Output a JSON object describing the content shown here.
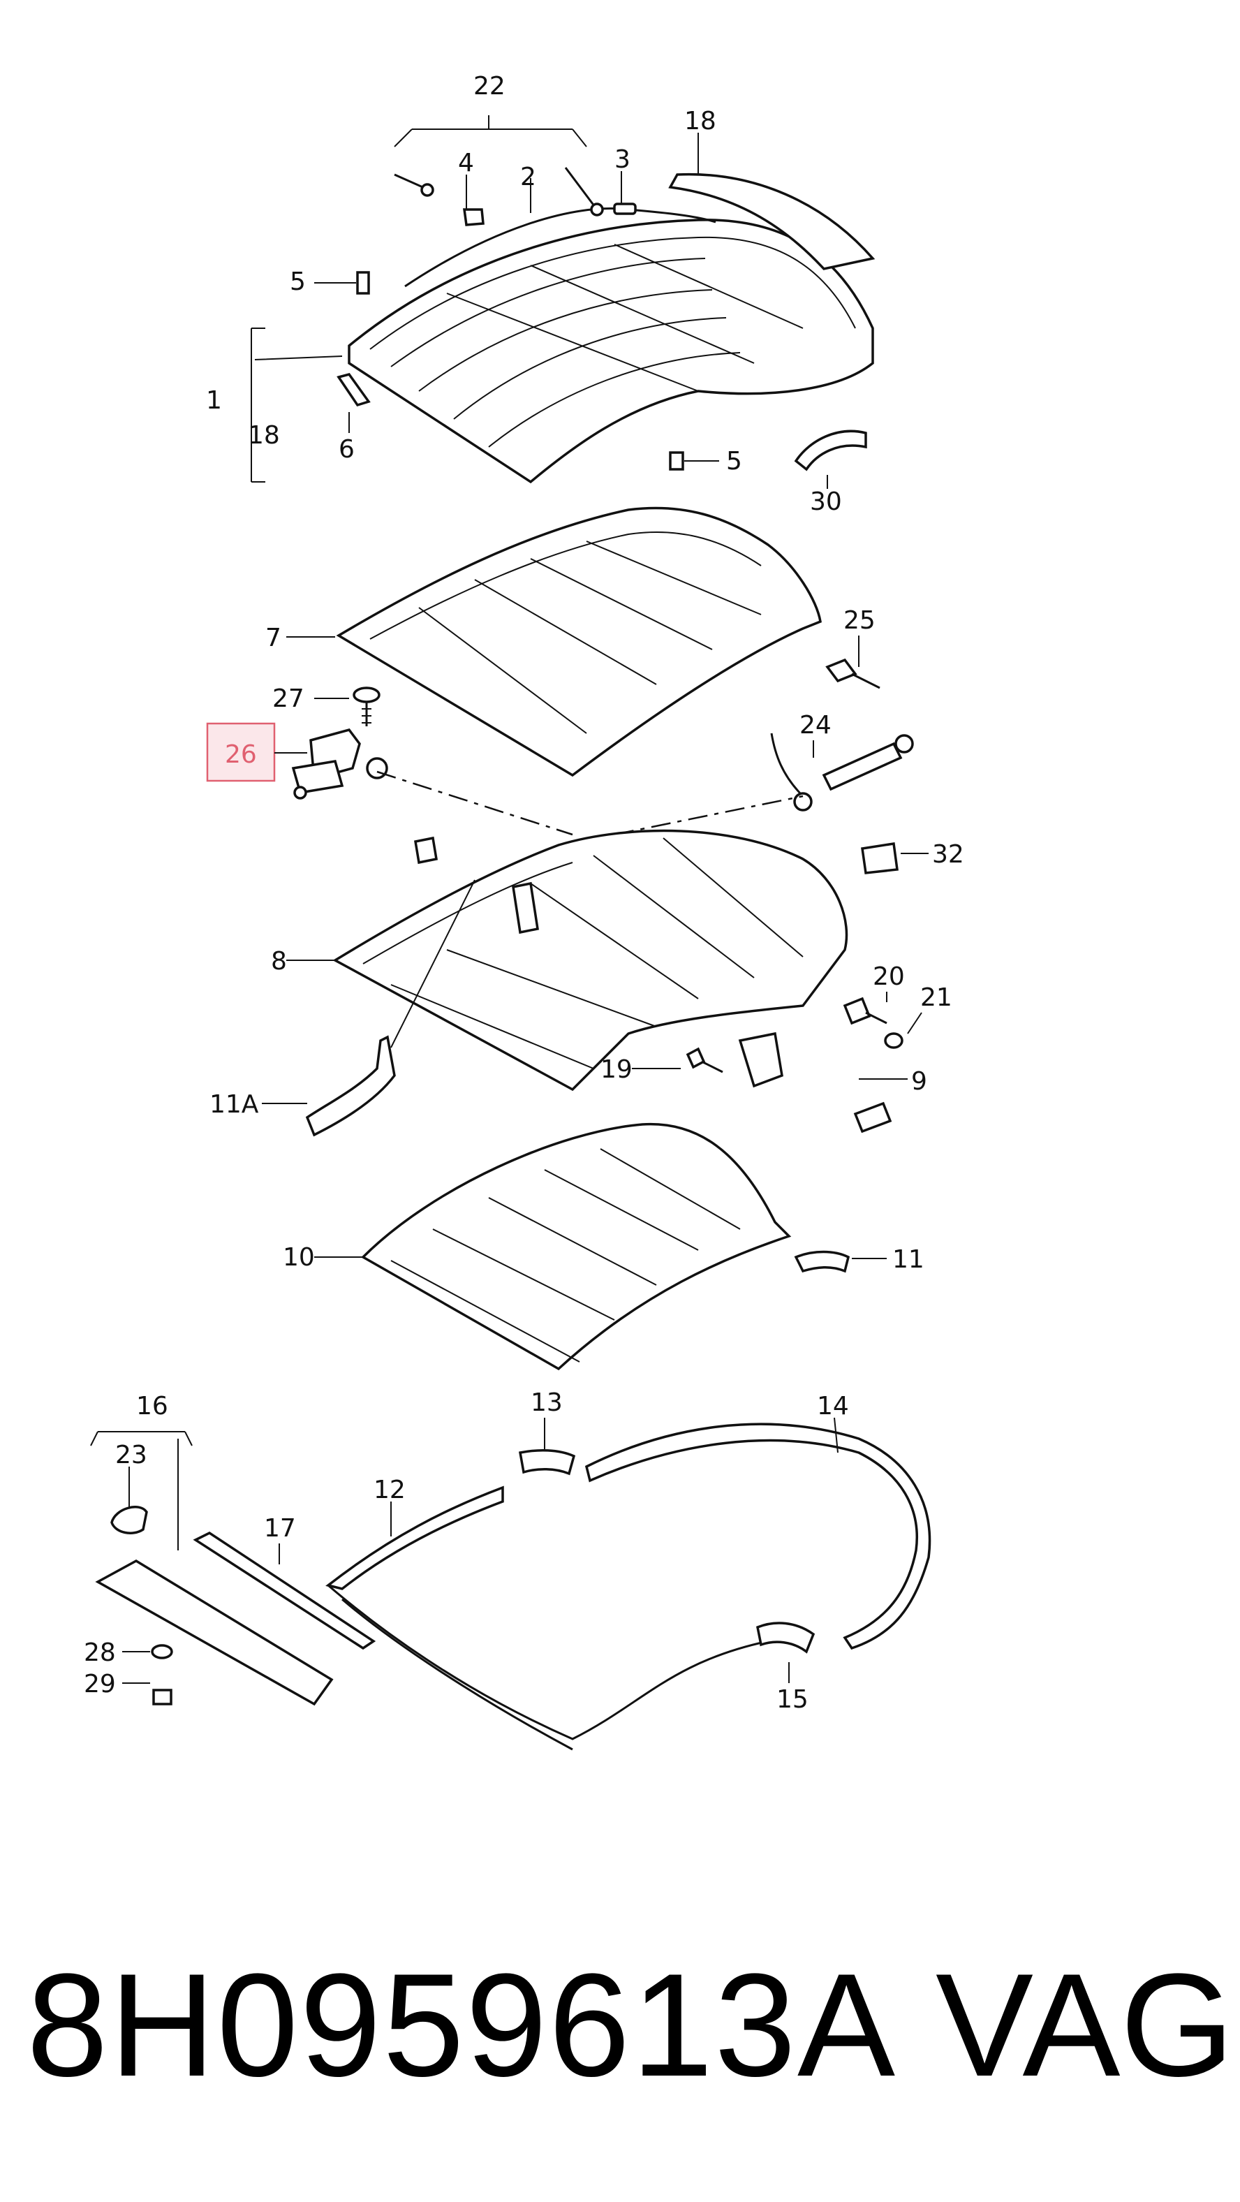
{
  "diagram": {
    "highlighted_part": "26",
    "highlight_color": "#e06070",
    "labels": {
      "p1": "1",
      "p2": "2",
      "p3": "3",
      "p4": "4",
      "p5a": "5",
      "p5b": "5",
      "p6": "6",
      "p7": "7",
      "p8": "8",
      "p9": "9",
      "p10": "10",
      "p11": "11",
      "p11a": "11A",
      "p12": "12",
      "p13": "13",
      "p14": "14",
      "p15": "15",
      "p16": "16",
      "p17": "17",
      "p18a": "18",
      "p18b": "18",
      "p19": "19",
      "p20": "20",
      "p21": "21",
      "p22": "22",
      "p23": "23",
      "p24": "24",
      "p25": "25",
      "p26": "26",
      "p27": "27",
      "p28": "28",
      "p29": "29",
      "p30": "30",
      "p32": "32"
    }
  },
  "footer": {
    "part_number": "8H0959613A",
    "brand": "VAG"
  }
}
